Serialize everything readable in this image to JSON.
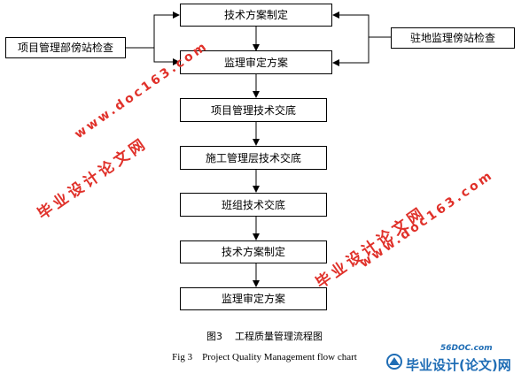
{
  "flowchart": {
    "nodes": {
      "plan_1": "技术方案制定",
      "review_1": "监理审定方案",
      "project_brief": "项目管理技术交底",
      "construction_brief": "施工管理层技术交底",
      "team_brief": "班组技术交底",
      "plan_2": "技术方案制定",
      "review_2": "监理审定方案",
      "left_check": "项目管理部傍站检查",
      "right_check": "驻地监理傍站检查"
    }
  },
  "caption": {
    "cn": "图3    工程质量管理流程图",
    "en": "Fig 3    Project Quality Management flow chart"
  },
  "watermarks": {
    "site": "www.doc163.com",
    "brand": "毕业设计论文网"
  },
  "logo": {
    "small": "56DOC.com",
    "main": "毕业设计(论文)网"
  },
  "colors": {
    "line": "#000000",
    "watermark": "#e0312a",
    "logo": "#1f6db5"
  }
}
